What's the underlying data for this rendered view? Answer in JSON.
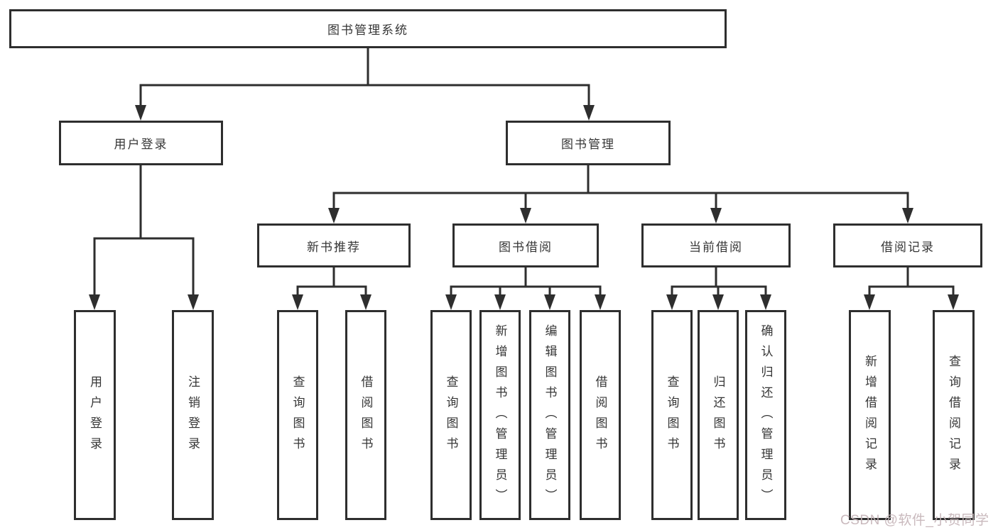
{
  "tree": {
    "label": "图书管理系统",
    "children": [
      {
        "label": "用户登录",
        "children": [
          {
            "label": "用户登录"
          },
          {
            "label": "注销登录"
          }
        ]
      },
      {
        "label": "图书管理",
        "children": [
          {
            "label": "新书推荐",
            "children": [
              {
                "label": "查询图书"
              },
              {
                "label": "借阅图书"
              }
            ]
          },
          {
            "label": "图书借阅",
            "children": [
              {
                "label": "查询图书"
              },
              {
                "label": "新增图书（管理员）"
              },
              {
                "label": "编辑图书（管理员）"
              },
              {
                "label": "借阅图书"
              }
            ]
          },
          {
            "label": "当前借阅",
            "children": [
              {
                "label": "查询图书"
              },
              {
                "label": "归还图书"
              },
              {
                "label": "确认归还（管理员）"
              }
            ]
          },
          {
            "label": "借阅记录",
            "children": [
              {
                "label": "新增借阅记录"
              },
              {
                "label": "查询借阅记录"
              }
            ]
          }
        ]
      }
    ]
  },
  "watermark": {
    "text": "CSDN @软件_小贺同学"
  },
  "colors": {
    "line": "#2e2e2e",
    "text": "#363636",
    "watermark": "#c4b2b6",
    "background": "#ffffff"
  }
}
